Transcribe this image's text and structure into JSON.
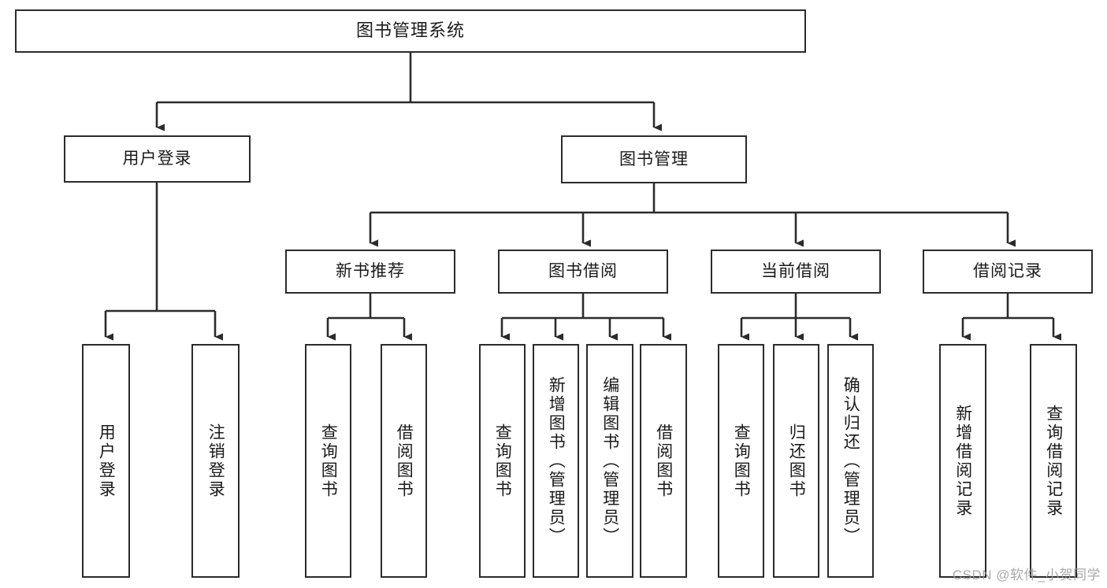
{
  "diagram": {
    "title": "图书管理系统",
    "type": "tree",
    "orientation": "top-down",
    "colors": {
      "box_border": "#2b2b2b",
      "box_fill": "#ffffff",
      "edge": "#2b2b2b",
      "text": "#1a1a1a",
      "background": "#ffffff",
      "watermark": "#9a9a9a"
    },
    "nodes": {
      "root": {
        "label": "图书管理系统",
        "level": 1,
        "text_direction": "horizontal"
      },
      "level2": [
        {
          "id": "user-login",
          "label": "用户登录",
          "text_direction": "horizontal"
        },
        {
          "id": "book-management",
          "label": "图书管理",
          "text_direction": "horizontal"
        }
      ],
      "level3": [
        {
          "id": "new-book-recommend",
          "label": "新书推荐",
          "parent": "book-management",
          "text_direction": "horizontal"
        },
        {
          "id": "book-borrow",
          "label": "图书借阅",
          "parent": "book-management",
          "text_direction": "horizontal"
        },
        {
          "id": "current-borrow",
          "label": "当前借阅",
          "parent": "book-management",
          "text_direction": "horizontal"
        },
        {
          "id": "borrow-record",
          "label": "借阅记录",
          "parent": "book-management",
          "text_direction": "horizontal"
        }
      ],
      "leaves": [
        {
          "id": "leaf-user-login",
          "label": "用户登录",
          "parent": "user-login",
          "text_direction": "vertical"
        },
        {
          "id": "leaf-logout",
          "label": "注销登录",
          "parent": "user-login",
          "text_direction": "vertical"
        },
        {
          "id": "leaf-query-book-1",
          "label": "查询图书",
          "parent": "new-book-recommend",
          "text_direction": "vertical"
        },
        {
          "id": "leaf-borrow-book-1",
          "label": "借阅图书",
          "parent": "new-book-recommend",
          "text_direction": "vertical"
        },
        {
          "id": "leaf-query-book-2",
          "label": "查询图书",
          "parent": "book-borrow",
          "text_direction": "vertical"
        },
        {
          "id": "leaf-add-book",
          "label": "新增图书（管理员）",
          "parent": "book-borrow",
          "text_direction": "vertical"
        },
        {
          "id": "leaf-edit-book",
          "label": "编辑图书（管理员）",
          "parent": "book-borrow",
          "text_direction": "vertical"
        },
        {
          "id": "leaf-borrow-book-2",
          "label": "借阅图书",
          "parent": "book-borrow",
          "text_direction": "vertical"
        },
        {
          "id": "leaf-query-book-3",
          "label": "查询图书",
          "parent": "current-borrow",
          "text_direction": "vertical"
        },
        {
          "id": "leaf-return-book",
          "label": "归还图书",
          "parent": "current-borrow",
          "text_direction": "vertical"
        },
        {
          "id": "leaf-confirm-return",
          "label": "确认归还（管理员）",
          "parent": "current-borrow",
          "text_direction": "vertical"
        },
        {
          "id": "leaf-add-record",
          "label": "新增借阅记录",
          "parent": "borrow-record",
          "text_direction": "vertical"
        },
        {
          "id": "leaf-query-record",
          "label": "查询借阅记录",
          "parent": "borrow-record",
          "text_direction": "vertical"
        }
      ]
    }
  },
  "watermark": {
    "text": "CSDN @软件_小贺同学"
  }
}
